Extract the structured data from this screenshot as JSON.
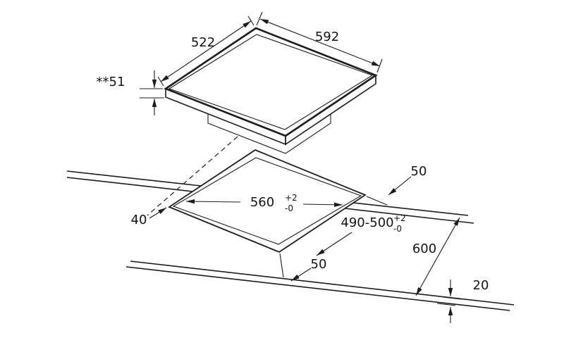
{
  "diagram": {
    "kind": "hob-installation-dimension-drawing",
    "colors": {
      "line": "#1c1c1c",
      "background": "#ffffff"
    },
    "dims": {
      "hob_width": "592",
      "hob_depth": "522",
      "hob_height": "**51",
      "cutout_width": "560",
      "cutout_width_tol_plus": "+2",
      "cutout_width_tol_minus": "-0",
      "cutout_depth": "490-500",
      "cutout_depth_tol_plus": "+2",
      "cutout_depth_tol_minus": "-0",
      "rear_clearance": "50",
      "front_clearance": "50",
      "side_clearance": "40",
      "worktop_depth": "600",
      "worktop_thickness": "20"
    }
  }
}
